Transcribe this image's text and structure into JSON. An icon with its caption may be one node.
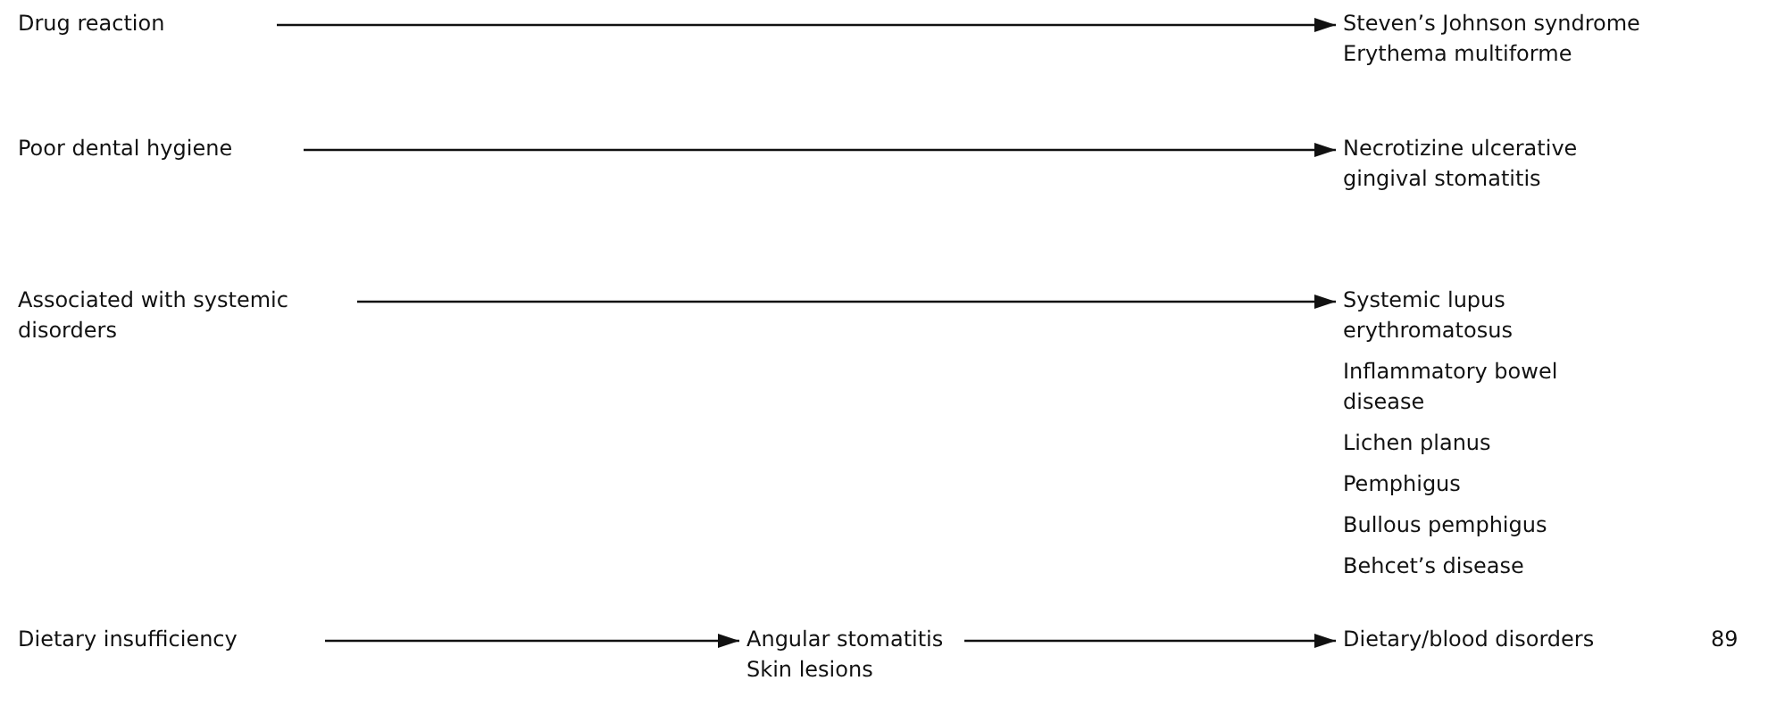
{
  "diagram": {
    "nodes": [
      {
        "text": [
          "Drug reaction"
        ]
      },
      {
        "text": [
          "Steven’s Johnson syndrome",
          "Erythema multiforme"
        ]
      },
      {
        "text": [
          "Poor dental hygiene"
        ]
      },
      {
        "text": [
          "Necrotizine ulcerative gingival stomatitis"
        ]
      },
      {
        "text": [
          "Associated with systemic disorders"
        ]
      },
      {
        "text": [
          "Systemic lupus erythromatosus",
          "Inflammatory bowel disease",
          "Lichen planus",
          "Pemphigus",
          "Bullous pemphigus",
          "Behcet’s disease"
        ]
      },
      {
        "text": [
          "Dietary insufficiency"
        ]
      },
      {
        "text": [
          "Angular stomatitis",
          "Skin lesions"
        ]
      },
      {
        "text": [
          "Dietary/blood disorders"
        ]
      }
    ],
    "edges": [
      {
        "from": 0,
        "to": 1,
        "arrow": "to"
      },
      {
        "from": 2,
        "to": 3,
        "arrow": "to"
      },
      {
        "from": 4,
        "to": 5,
        "arrow": "to"
      },
      {
        "from": 6,
        "to": 7,
        "arrow": "to"
      },
      {
        "from": 7,
        "to": 8,
        "arrow": "to"
      }
    ],
    "labels": [
      "89"
    ]
  }
}
